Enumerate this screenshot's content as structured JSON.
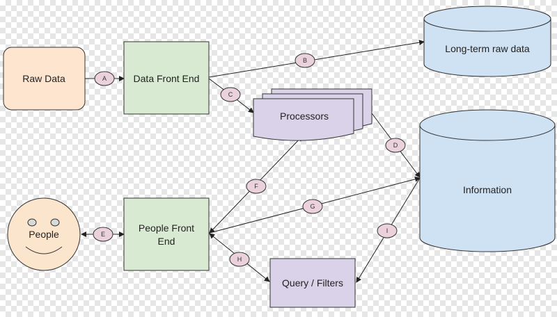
{
  "nodes": {
    "raw_data": "Raw Data",
    "data_front_end": "Data Front End",
    "long_term": "Long-term raw data",
    "processors": "Processors",
    "information": "Information",
    "people": "People",
    "people_front_end_line1": "People Front",
    "people_front_end_line2": "End",
    "query_filters": "Query / Filters"
  },
  "connectors": [
    "A",
    "B",
    "C",
    "D",
    "E",
    "F",
    "G",
    "H",
    "I"
  ],
  "colors": {
    "raw_data_fill": "#fde5cf",
    "front_end_fill": "#d9ead3",
    "storage_fill": "#cfe2f3",
    "processor_fill": "#d9d2e9",
    "connector_fill": "#ead1dc",
    "people_fill": "#fce5cd"
  }
}
